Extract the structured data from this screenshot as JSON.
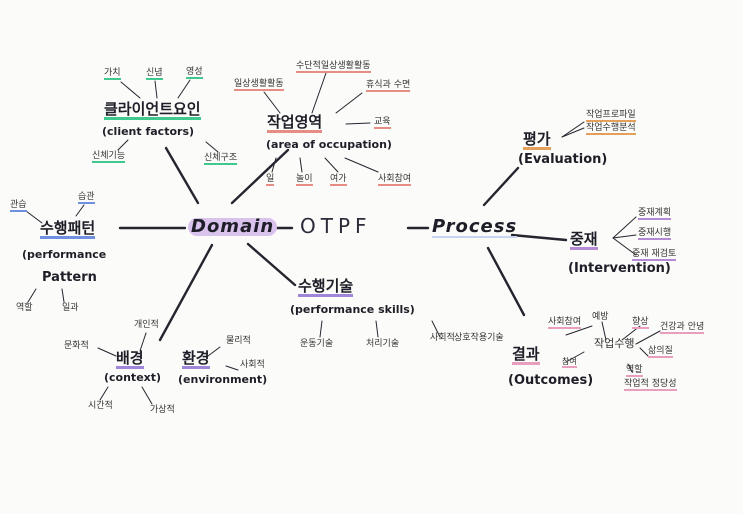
{
  "title": "OTPF",
  "domain_label": "Domain",
  "process_label": "Process",
  "client_factors": {
    "title_ko": "클라이언트요인",
    "title_en": "(client factors)",
    "items": [
      "가치",
      "신념",
      "영성",
      "신체기능",
      "신체구조"
    ]
  },
  "area_of_occupation": {
    "title_ko": "작업영역",
    "title_en": "(area of occupation)",
    "items": [
      "일상생활활동",
      "수단적일상생활활동",
      "휴식과 수면",
      "교육",
      "일",
      "놀이",
      "여가",
      "사회참여"
    ]
  },
  "performance_pattern": {
    "title_ko": "수행패턴",
    "title_en1": "(performance",
    "title_en2": "Pattern",
    "items": [
      "관습",
      "습관",
      "역할",
      "일과"
    ]
  },
  "context": {
    "title_ko": "배경",
    "title_en": "(context)",
    "items": [
      "문화적",
      "개인적",
      "시간적",
      "가상적"
    ]
  },
  "environment": {
    "title_ko": "환경",
    "title_en": "(environment)",
    "items": [
      "물리적",
      "사회적"
    ]
  },
  "performance_skills": {
    "title_ko": "수행기술",
    "title_en": "(performance skills)",
    "items": [
      "운동기술",
      "처리기술",
      "사회적",
      "상호작용기술"
    ]
  },
  "evaluation": {
    "title_ko": "평가",
    "title_en": "(Evaluation)",
    "items": [
      "작업프로파일",
      "작업수행분석"
    ]
  },
  "intervention": {
    "title_ko": "중재",
    "title_en": "(Intervention)",
    "items": [
      "중재계획",
      "중재시행",
      "중재 재검토"
    ]
  },
  "outcomes": {
    "title_ko": "결과",
    "title_en": "(Outcomes)",
    "items": [
      "사회참여",
      "예방",
      "향상",
      "작업수행",
      "건강과 안녕",
      "삶의질",
      "참여",
      "역할",
      "작업적 정당성"
    ]
  },
  "colors": {
    "line": "#25252f",
    "domain_highlight": "#d9c3ec",
    "process_highlight": "#c9d4f0",
    "client_green": "#3fc98f",
    "area_red": "#e68d86",
    "pattern_blue": "#6f8fe0",
    "eval_orange": "#e4a05a",
    "interv_purple": "#b48ad6",
    "outcome_pink": "#e79fbd",
    "skills_purple": "#9f86d8"
  }
}
